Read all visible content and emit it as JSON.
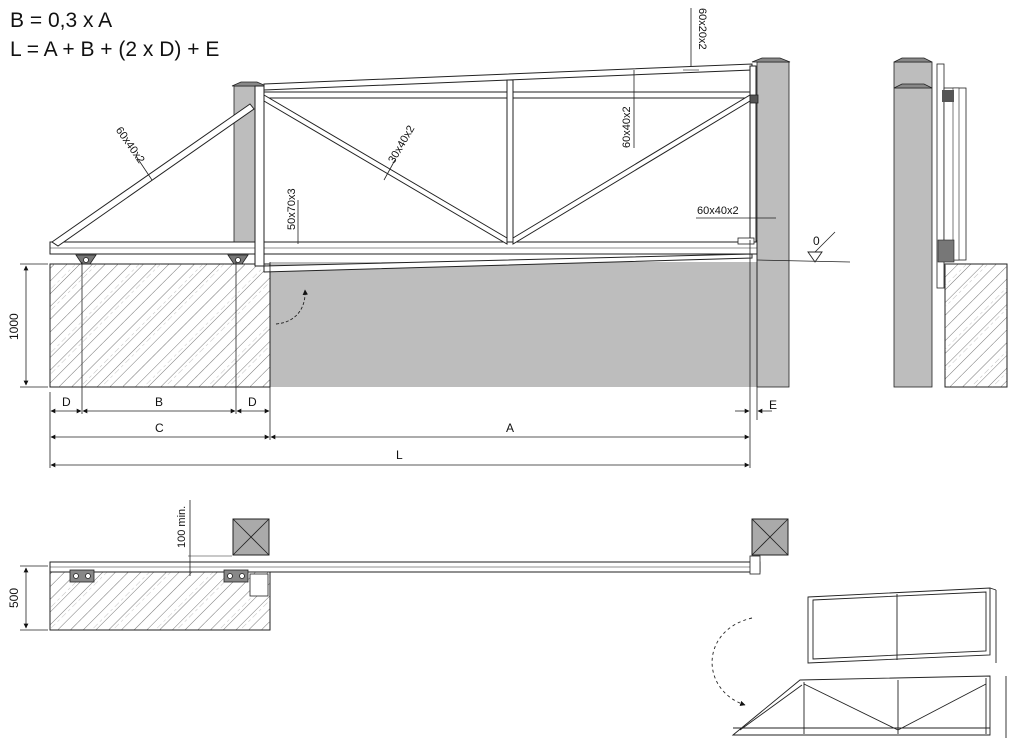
{
  "formulas": {
    "b": "B = 0,3 x A",
    "l": "L = A + B + (2 x D) + E"
  },
  "profiles": {
    "top_rail": "60x20x2",
    "vertical_post": "60x40x2",
    "diagonal": "30x40x2",
    "strut": "60x40x2",
    "bottom_beam": "50x70x3",
    "front_end": "60x40x2"
  },
  "dimensions": {
    "height": "1000",
    "d_left": "D",
    "b": "B",
    "d_right": "D",
    "c": "C",
    "a": "A",
    "e": "E",
    "l": "L",
    "level": "0",
    "min_clearance": "100 min.",
    "width": "500"
  },
  "colors": {
    "wall": "#bdbdbd",
    "outline": "#222222",
    "hatch": "#555555"
  }
}
